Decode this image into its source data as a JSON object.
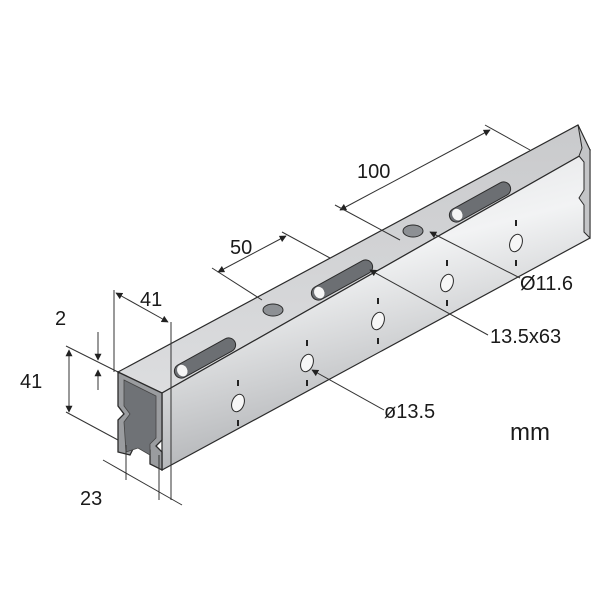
{
  "diagram": {
    "type": "technical-drawing",
    "subject": "perforated strut channel profile",
    "unit_label": "mm",
    "dimensions": {
      "slot_spacing": "100",
      "hole_spacing": "50",
      "small_hole_diameter": "Ø11.6",
      "slot_size": "13.5x63",
      "side_hole_diameter": "ø13.5",
      "wall_thickness": "2",
      "profile_height": "41",
      "profile_width": "41",
      "opening_width": "23"
    },
    "colors": {
      "steel_light": "#e6e7e9",
      "steel_mid": "#b9bbbe",
      "steel_dark": "#7d8084",
      "outline": "#2b2b2b",
      "dimension_line": "#333333"
    }
  }
}
